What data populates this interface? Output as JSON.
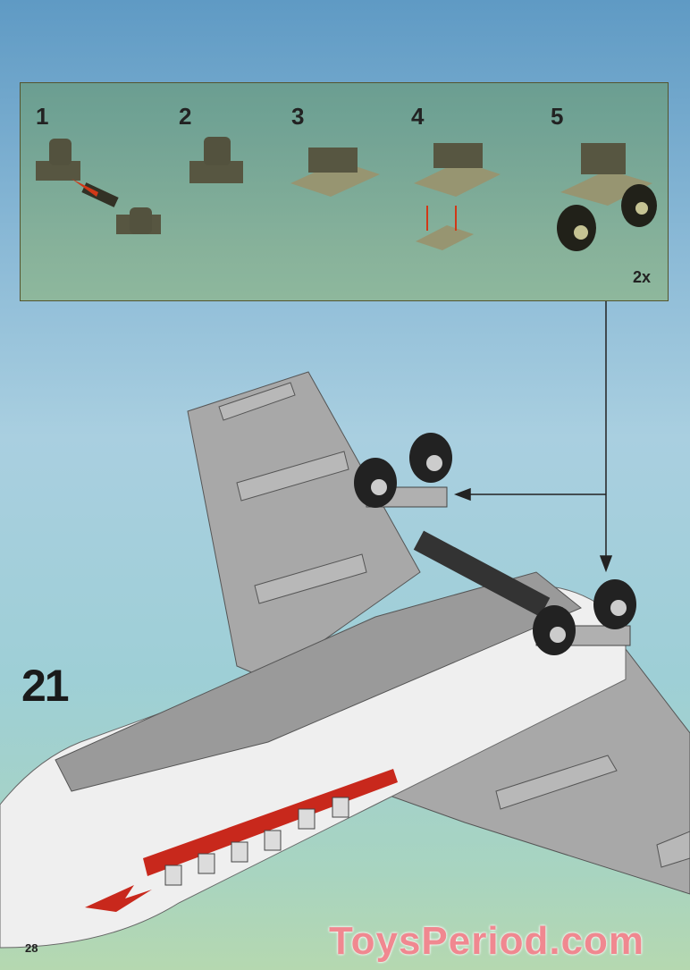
{
  "substeps": [
    {
      "number": "1"
    },
    {
      "number": "2"
    },
    {
      "number": "3"
    },
    {
      "number": "4"
    },
    {
      "number": "5"
    }
  ],
  "multiplier": "2x",
  "main_step": "21",
  "page_number": "28",
  "watermark": "ToysPeriod.com",
  "colors": {
    "panel": "#f6f2ac",
    "arrow": "#d83a20",
    "brick_gray": "#a8a8a8",
    "dark_gray": "#5a5a5a",
    "stripe_red": "#c8281c"
  }
}
